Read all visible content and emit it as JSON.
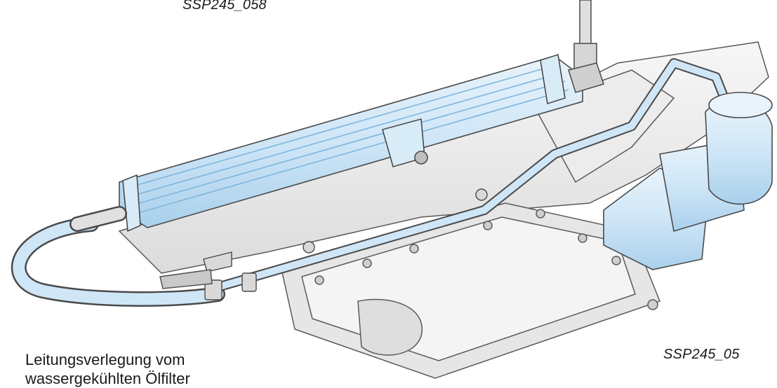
{
  "figure": {
    "code_top": "SSP245_058",
    "code_bottom": "SSP245_05",
    "caption_lines": [
      "Leitungsverlegung vom",
      "wassergekühlten Ölfilter"
    ]
  },
  "colors": {
    "background": "#ffffff",
    "metal_light": "#f2f2f2",
    "metal_mid": "#d9d9d9",
    "outline": "#4a4a4a",
    "coolant_blue": "#cfe6f7",
    "coolant_blue_dark": "#7fb6dd",
    "text": "#1a1a1a"
  }
}
